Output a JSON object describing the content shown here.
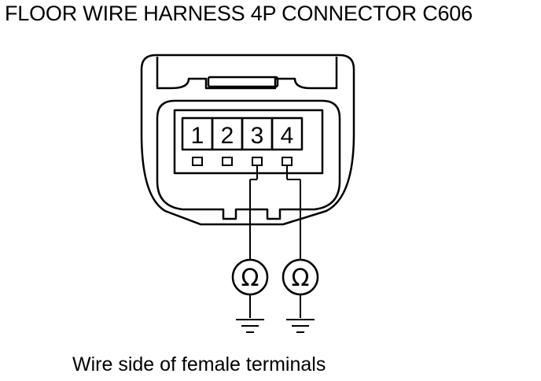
{
  "diagram": {
    "title": "FLOOR WIRE HARNESS 4P CONNECTOR C606",
    "caption": "Wire side of female terminals",
    "pins": [
      {
        "label": "1",
        "probed": false
      },
      {
        "label": "2",
        "probed": false
      },
      {
        "label": "3",
        "probed": true
      },
      {
        "label": "4",
        "probed": true
      }
    ],
    "meter_symbol": "Ω",
    "colors": {
      "line": "#000000",
      "background": "#ffffff"
    }
  }
}
